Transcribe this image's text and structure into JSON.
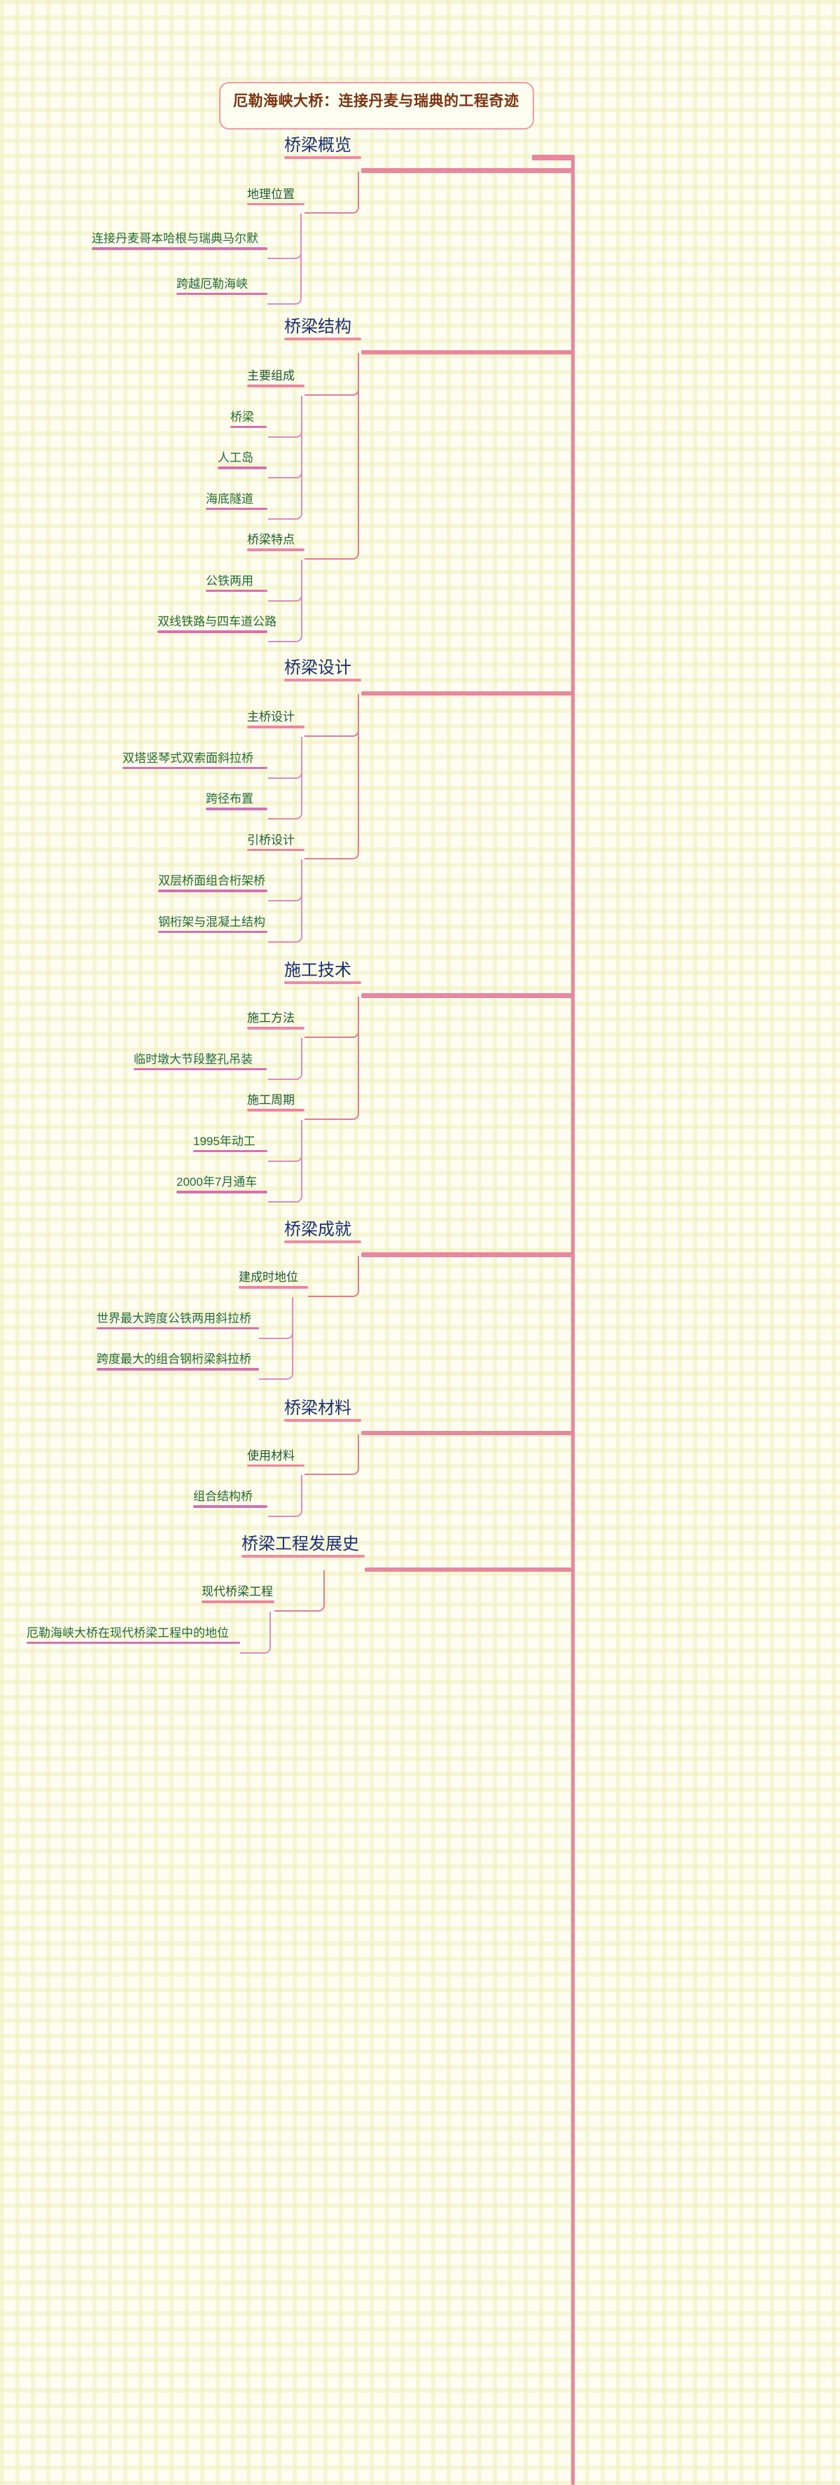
{
  "document": {
    "kind": "mindmap",
    "root": {
      "label": "厄勒海峡大桥：连接丹麦与瑞典的工程奇迹",
      "color": "#7a3310",
      "border_color": "#ef9aaa"
    },
    "colors": {
      "spine": "#e8879e",
      "level1_text": "#1b2f72",
      "level1_underline": "#ef8ba3",
      "level2_text": "#1d5c2e",
      "level2_underline": "#ee85a4",
      "level3_text": "#246b33",
      "level3_underline": "#d472b0",
      "background": "#fdfdf2",
      "grid": "#f0f0be"
    }
  },
  "branches": [
    {
      "label": "桥梁概览",
      "children": [
        {
          "label": "地理位置",
          "children": [
            {
              "label": "连接丹麦哥本哈根与瑞典马尔默"
            },
            {
              "label": "跨越厄勒海峡"
            }
          ]
        }
      ]
    },
    {
      "label": "桥梁结构",
      "children": [
        {
          "label": "主要组成",
          "children": [
            {
              "label": "桥梁"
            },
            {
              "label": "人工岛"
            },
            {
              "label": "海底隧道"
            }
          ]
        },
        {
          "label": "桥梁特点",
          "children": [
            {
              "label": "公铁两用"
            },
            {
              "label": "双线铁路与四车道公路"
            }
          ]
        }
      ]
    },
    {
      "label": "桥梁设计",
      "children": [
        {
          "label": "主桥设计",
          "children": [
            {
              "label": "双塔竖琴式双索面斜拉桥"
            },
            {
              "label": "跨径布置"
            }
          ]
        },
        {
          "label": "引桥设计",
          "children": [
            {
              "label": "双层桥面组合桁架桥"
            },
            {
              "label": "钢桁架与混凝土结构"
            }
          ]
        }
      ]
    },
    {
      "label": "施工技术",
      "children": [
        {
          "label": "施工方法",
          "children": [
            {
              "label": "临时墩大节段整孔吊装"
            }
          ]
        },
        {
          "label": "施工周期",
          "children": [
            {
              "label": "1995年动工"
            },
            {
              "label": "2000年7月通车"
            }
          ]
        }
      ]
    },
    {
      "label": "桥梁成就",
      "children": [
        {
          "label": "建成时地位",
          "children": [
            {
              "label": "世界最大跨度公铁两用斜拉桥"
            },
            {
              "label": "跨度最大的组合钢桁梁斜拉桥"
            }
          ]
        }
      ]
    },
    {
      "label": "桥梁材料",
      "children": [
        {
          "label": "使用材料",
          "children": [
            {
              "label": "组合结构桥"
            }
          ]
        }
      ]
    },
    {
      "label": "桥梁工程发展史",
      "children": [
        {
          "label": "现代桥梁工程",
          "children": [
            {
              "label": "厄勒海峡大桥在现代桥梁工程中的地位"
            }
          ]
        }
      ]
    }
  ]
}
